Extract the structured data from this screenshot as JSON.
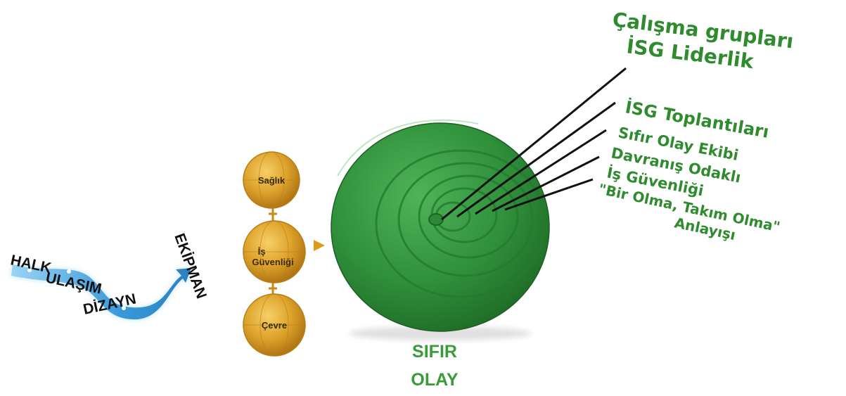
{
  "flow": {
    "words": [
      "HALK",
      "ULAŞIM",
      "DİZAYN"
    ],
    "vertical_word": "EKİPMAN"
  },
  "spheres": [
    "Sağlık",
    "İş Güvenliği",
    "Çevre"
  ],
  "target": {
    "caption_line1": "SIFIR",
    "caption_line2": "OLAY"
  },
  "labels": {
    "calisma_gruplari": "Çalışma grupları",
    "isg_liderlik": "İSG Liderlik",
    "isg_toplantilari": "İSG Toplantıları",
    "sifir_olay_ekibi": "Sıfır Olay Ekibi",
    "davranis_odakli": "Davranış Odaklı",
    "is_guvenligi": "İş Güvenliği",
    "bir_olma": "\"Bir Olma, Takım Olma\"",
    "anlayisi": "Anlayışı"
  },
  "colors": {
    "target_green": "#2f8f3a",
    "label_green": "#2e8b2e",
    "sphere_gold": "#d99a1c",
    "arrow_blue": "#3a9ad9"
  }
}
